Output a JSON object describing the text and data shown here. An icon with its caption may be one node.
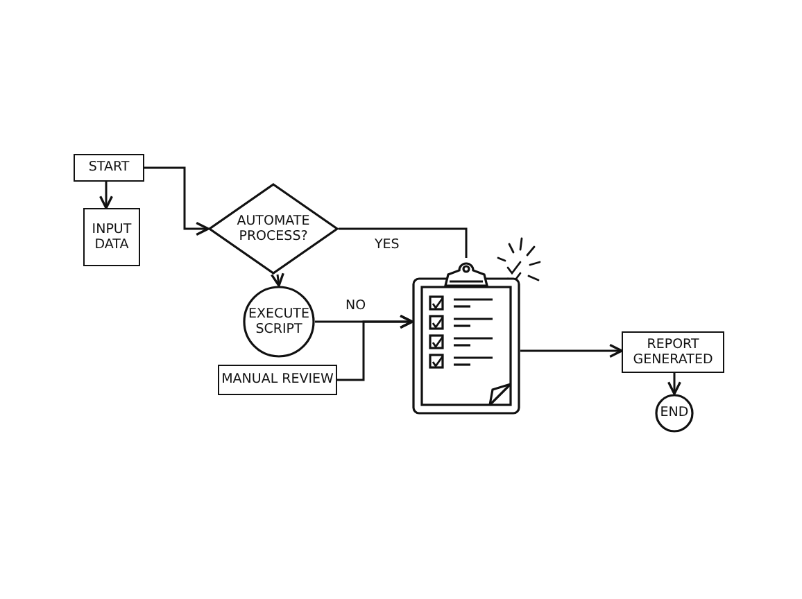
{
  "diagram": {
    "nodes": [
      {
        "text": [
          "START"
        ]
      },
      {
        "text": [
          "INPUT DATA"
        ]
      },
      {
        "text": [
          "AUTOMATE PROCESS?"
        ]
      },
      {
        "text": [
          "EXECUTE SCRIPT"
        ]
      },
      {
        "text": [
          "MANUAL REVIEW"
        ]
      },
      {
        "text": [],
        "shape": "picture"
      },
      {
        "text": [
          "REPORT GENERATED"
        ]
      },
      {
        "text": [
          "END"
        ]
      }
    ],
    "edges": [
      {
        "from": 0,
        "to": 1,
        "arrow": "to"
      },
      {
        "from": 0,
        "to": 2,
        "arrow": "to"
      },
      {
        "from": 2,
        "to": 3,
        "arrow": "to"
      },
      {
        "from": 2,
        "to": 5,
        "arrow": "none",
        "label": "YES"
      },
      {
        "from": 3,
        "to": 5,
        "arrow": "to",
        "label": "NO"
      },
      {
        "from": 4,
        "to": 5,
        "arrow": "to"
      },
      {
        "from": 5,
        "to": 6,
        "arrow": "to"
      },
      {
        "from": 6,
        "to": 7,
        "arrow": "to"
      }
    ]
  }
}
